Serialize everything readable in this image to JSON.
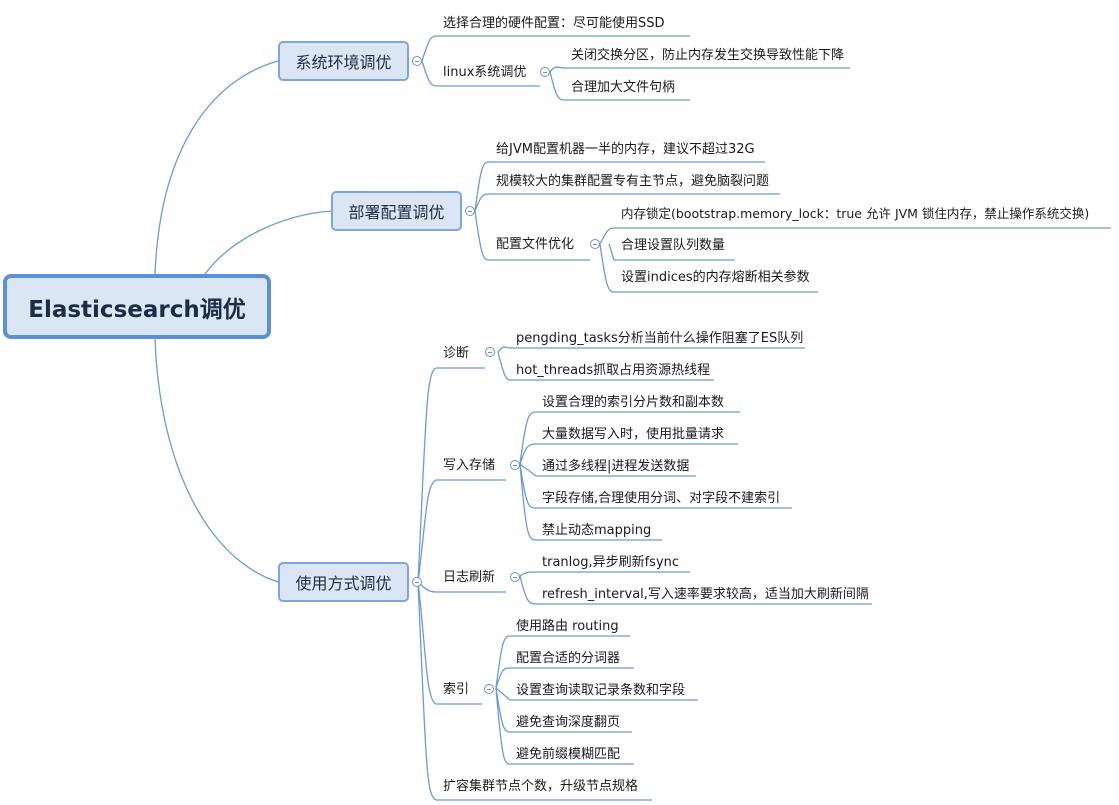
{
  "root": {
    "label": "Elasticsearch调优"
  },
  "branches": {
    "env": {
      "label": "系统环境调优",
      "items": {
        "hw": "选择合理的硬件配置：尽可能使用SSD",
        "linux": "linux系统调优",
        "swap": "关闭交换分区，防止内存发生交换导致性能下降",
        "fd": "合理加大文件句柄"
      }
    },
    "deploy": {
      "label": "部署配置调优",
      "items": {
        "jvm": "给JVM配置机器一半的内存，建议不超过32G",
        "master": "规模较大的集群配置专有主节点，避免脑裂问题",
        "conf": "配置文件优化",
        "lock": "内存锁定(bootstrap.memory_lock：true 允许 JVM 锁住内存，禁止操作系统交换)",
        "queue": "合理设置队列数量",
        "breaker": "设置indices的内存熔断相关参数"
      }
    },
    "usage": {
      "label": "使用方式调优",
      "items": {
        "diag": "诊断",
        "pending": "pengding_tasks分析当前什么操作阻塞了ES队列",
        "hot": "hot_threads抓取占用资源热线程",
        "write": "写入存储",
        "shards": "设置合理的索引分片数和副本数",
        "bulk": "大量数据写入时，使用批量请求",
        "multi": "通过多线程|进程发送数据",
        "field": "字段存储,合理使用分词、对字段不建索引",
        "mapping": "禁止动态mapping",
        "log": "日志刷新",
        "tranlog": "tranlog,异步刷新fsync",
        "refresh": "refresh_interval,写入速率要求较高，适当加大刷新间隔",
        "index": "索引",
        "routing": "使用路由 routing",
        "analyzer": "配置合适的分词器",
        "query": "设置查询读取记录条数和字段",
        "deep": "避免查询深度翻页",
        "prefix": "避免前缀模糊匹配",
        "scale": "扩容集群节点个数，升级节点规格"
      }
    }
  },
  "colors": {
    "link": "#5b8fd6",
    "underline": "#4a7fd0",
    "node_fill": "#dbe6f4",
    "node_border": "#7fa6dc"
  }
}
